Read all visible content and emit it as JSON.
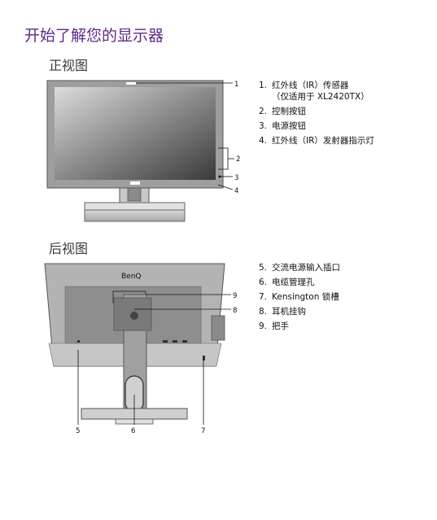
{
  "page_title": "开始了解您的显示器",
  "front": {
    "title": "正视图",
    "items": [
      {
        "num": "1.",
        "text": "红外线（IR）传感器\n（仅适用于 XL2420TX）"
      },
      {
        "num": "2.",
        "text": "控制按钮"
      },
      {
        "num": "3.",
        "text": "电源按钮"
      },
      {
        "num": "4.",
        "text": "红外线（IR）发射器指示灯"
      }
    ],
    "callouts": [
      "1",
      "2",
      "3",
      "4"
    ]
  },
  "rear": {
    "title": "后视图",
    "brand": "BenQ",
    "items": [
      {
        "num": "5.",
        "text": "交流电源输入插口"
      },
      {
        "num": "6.",
        "text": "电缆管理孔"
      },
      {
        "num": "7.",
        "text": "Kensington 锁槽"
      },
      {
        "num": "8.",
        "text": "耳机挂钩"
      },
      {
        "num": "9.",
        "text": "把手"
      }
    ],
    "callouts": [
      "5",
      "6",
      "7",
      "8",
      "9"
    ]
  }
}
